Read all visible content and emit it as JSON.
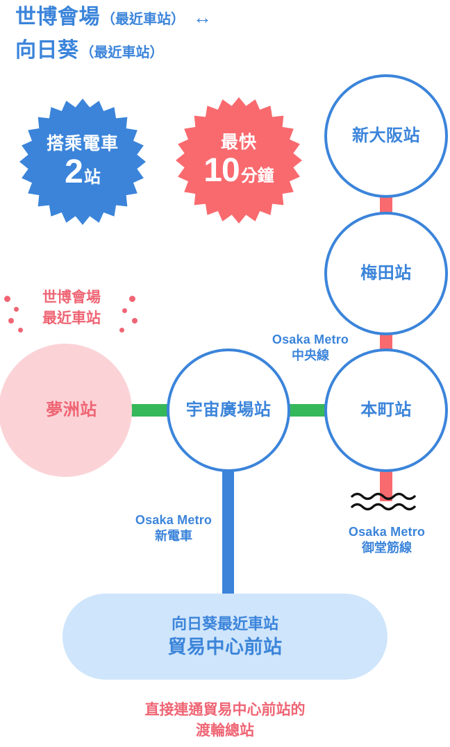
{
  "header": {
    "line1_main": "世博會場",
    "line1_sub": "（最近車站）",
    "arrow": "↔",
    "line2_main": "向日葵",
    "line2_sub": "（最近車站）"
  },
  "badges": {
    "ride": {
      "top_label": "搭乘電車",
      "number": "2",
      "unit": "站",
      "color": "#3b84da"
    },
    "fastest": {
      "top_label": "最快",
      "number": "10",
      "unit": "分鐘",
      "color": "#f96a6e"
    }
  },
  "expo_caption": {
    "line1": "世博會場",
    "line2": "最近車站",
    "color": "#ef6574"
  },
  "stations": [
    {
      "id": "shin-osaka",
      "label": "新大阪站",
      "style": "outline"
    },
    {
      "id": "umeda",
      "label": "梅田站",
      "style": "outline"
    },
    {
      "id": "honmachi",
      "label": "本町站",
      "style": "outline"
    },
    {
      "id": "cosmo-square",
      "label": "宇宙廣場站",
      "style": "outline"
    },
    {
      "id": "yumeshima",
      "label": "夢洲站",
      "style": "filled"
    }
  ],
  "lines": [
    {
      "id": "chuo",
      "en": "Osaka Metro",
      "zh": "中央線",
      "color": "#35b85a"
    },
    {
      "id": "new-tram",
      "en": "Osaka Metro",
      "zh": "新電車",
      "color": "#3b84da"
    },
    {
      "id": "midosuji",
      "en": "Osaka Metro",
      "zh": "御堂筋線",
      "color": "#f96a6e"
    }
  ],
  "destination_pill": {
    "sub_label": "向日葵最近車站",
    "main_label": "貿易中心前站",
    "background": "#cfe5fb",
    "text_color": "#3b84da"
  },
  "footnote": {
    "line1": "直接連通貿易中心前站的",
    "line2": "渡輪總站",
    "color": "#ef6574"
  },
  "icons": {
    "wave": "wave-lines-icon",
    "arrow": "double-arrow-icon"
  }
}
